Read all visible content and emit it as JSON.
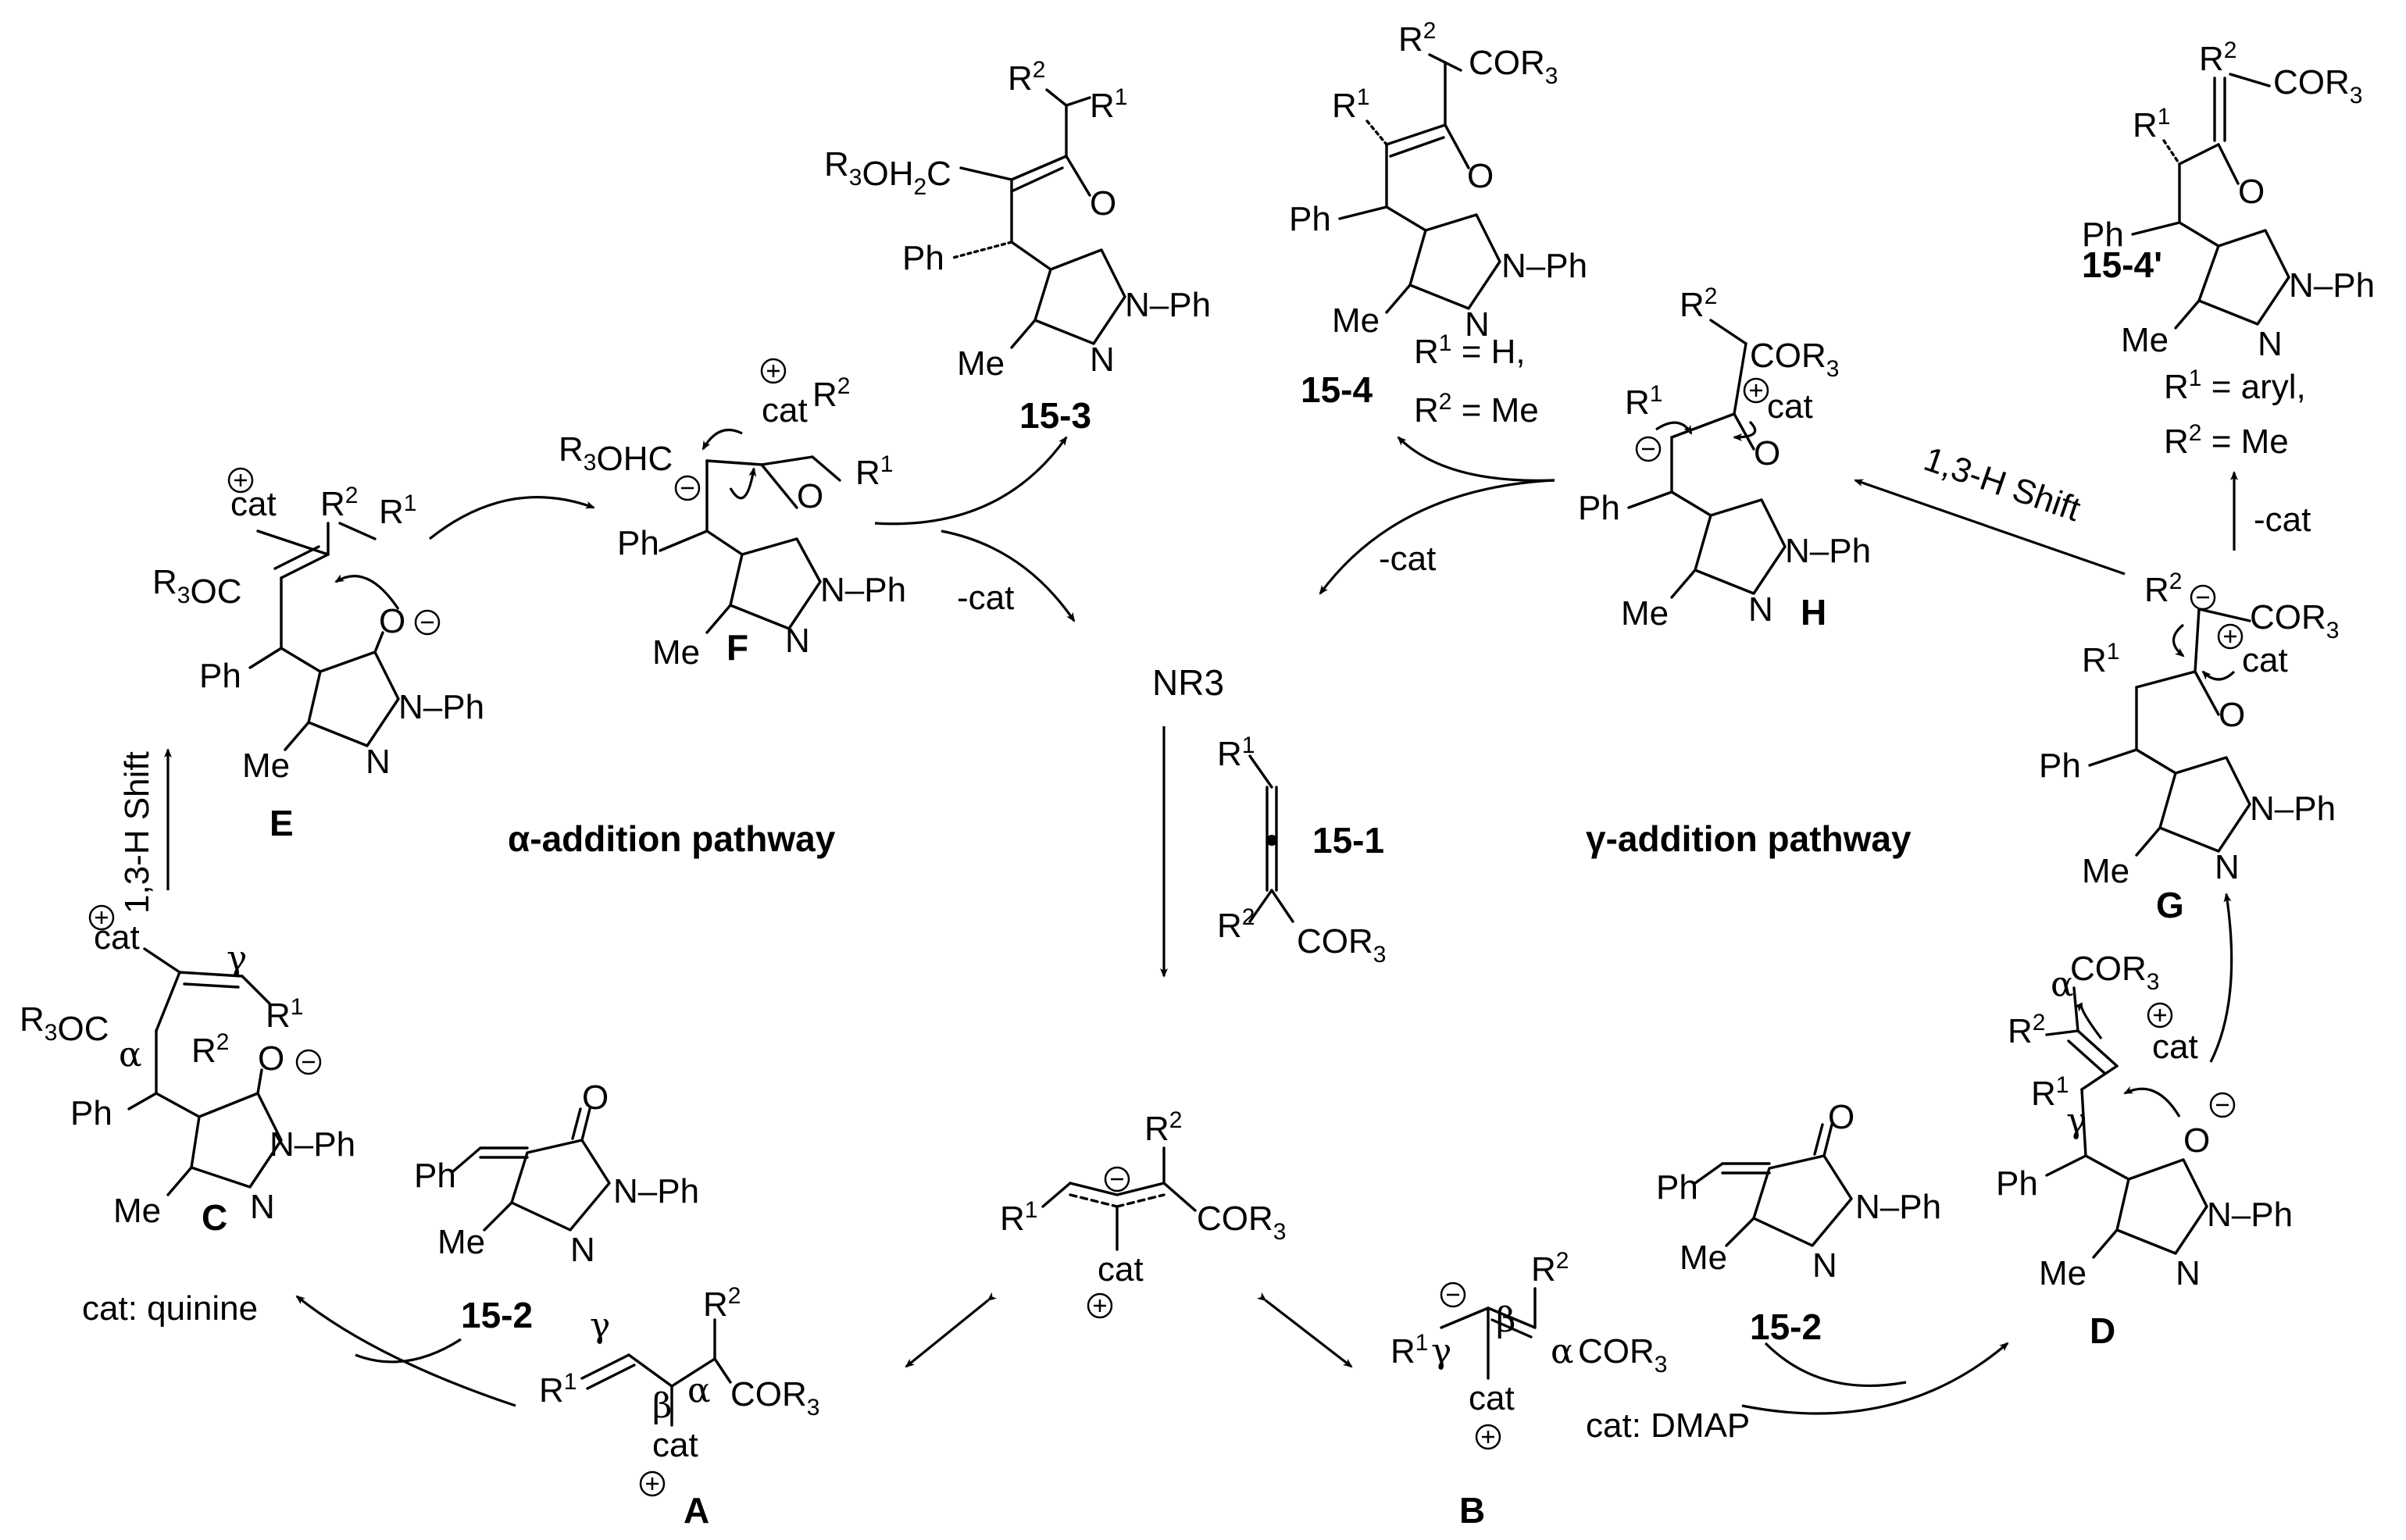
{
  "pathways": {
    "alpha_label": "α-addition pathway",
    "gamma_label": "γ-addition pathway"
  },
  "center": {
    "catalyst": "NR3",
    "allene_label": "15-1",
    "allene_substituents": {
      "r1": "R1",
      "r2": "R2",
      "cor3": "COR3"
    },
    "zwitterion": {
      "r1": "R1",
      "r2": "R2",
      "cor3": "COR3",
      "cat": "cat"
    }
  },
  "catalysts": {
    "quinine": "cat: quinine",
    "dmap": "cat: DMAP"
  },
  "steps": {
    "shift_left": "1,3-H Shift",
    "shift_right": "1,3-H Shift",
    "minus_cat_left": "-cat",
    "minus_cat_mid": "-cat",
    "minus_cat_right": "-cat"
  },
  "labels": {
    "A": "A",
    "B": "B",
    "C": "C",
    "D": "D",
    "E": "E",
    "F": "F",
    "G": "G",
    "H": "H",
    "p153": "15-3",
    "p154": "15-4",
    "p154prime": "15-4'",
    "sub152_left": "15-2",
    "sub152_right": "15-2"
  },
  "conditions": {
    "p154": [
      "R1 = H,",
      "R2 = Me"
    ],
    "p154prime": [
      "R1 = aryl,",
      "R2 = Me"
    ]
  },
  "groups": {
    "ph": "Ph",
    "nph": "N–Ph",
    "me": "Me",
    "o": "O",
    "n": "N",
    "r3oc": "R3OC",
    "r3ohc": "R3OHC",
    "r3oh2c": "R3OH2C",
    "cor3": "COR3",
    "cat": "cat"
  }
}
